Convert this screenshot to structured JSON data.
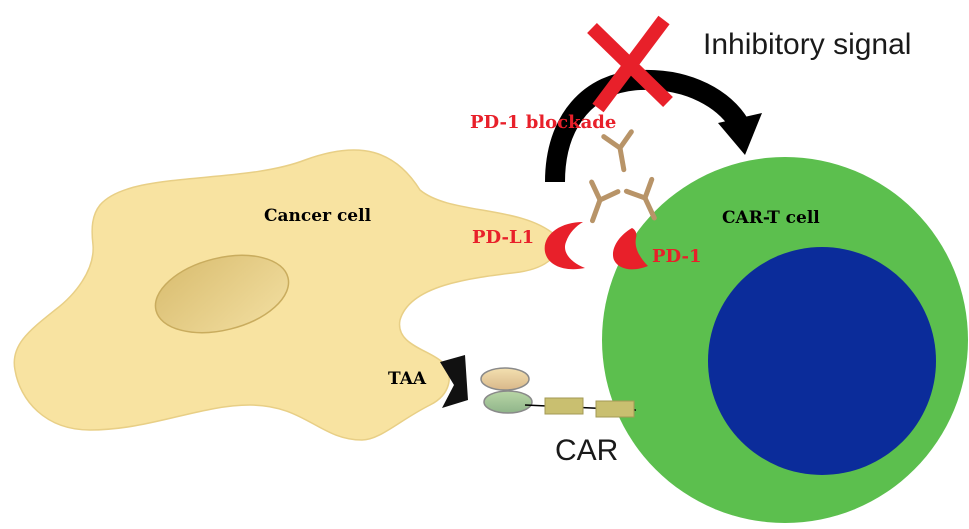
{
  "labels": {
    "inhibitory_signal": "Inhibitory signal",
    "pd1_blockade": "PD-1 blockade",
    "cancer_cell": "Cancer cell",
    "pdl1": "PD-L1",
    "pd1": "PD-1",
    "cart_cell": "CAR-T cell",
    "taa": "TAA",
    "car": "CAR"
  },
  "colors": {
    "cancer_cell_fill": "#f8e3a1",
    "cancer_cell_stroke": "#e8cf86",
    "nucleus_fill": "#e8cf86",
    "cart_membrane": "#5cbf4e",
    "cart_nucleus": "#0b2c9a",
    "receptor_red": "#e8202a",
    "antibody": "#b89468",
    "blocker_x": "#e8202a",
    "car_segment": "#c9bf70"
  }
}
